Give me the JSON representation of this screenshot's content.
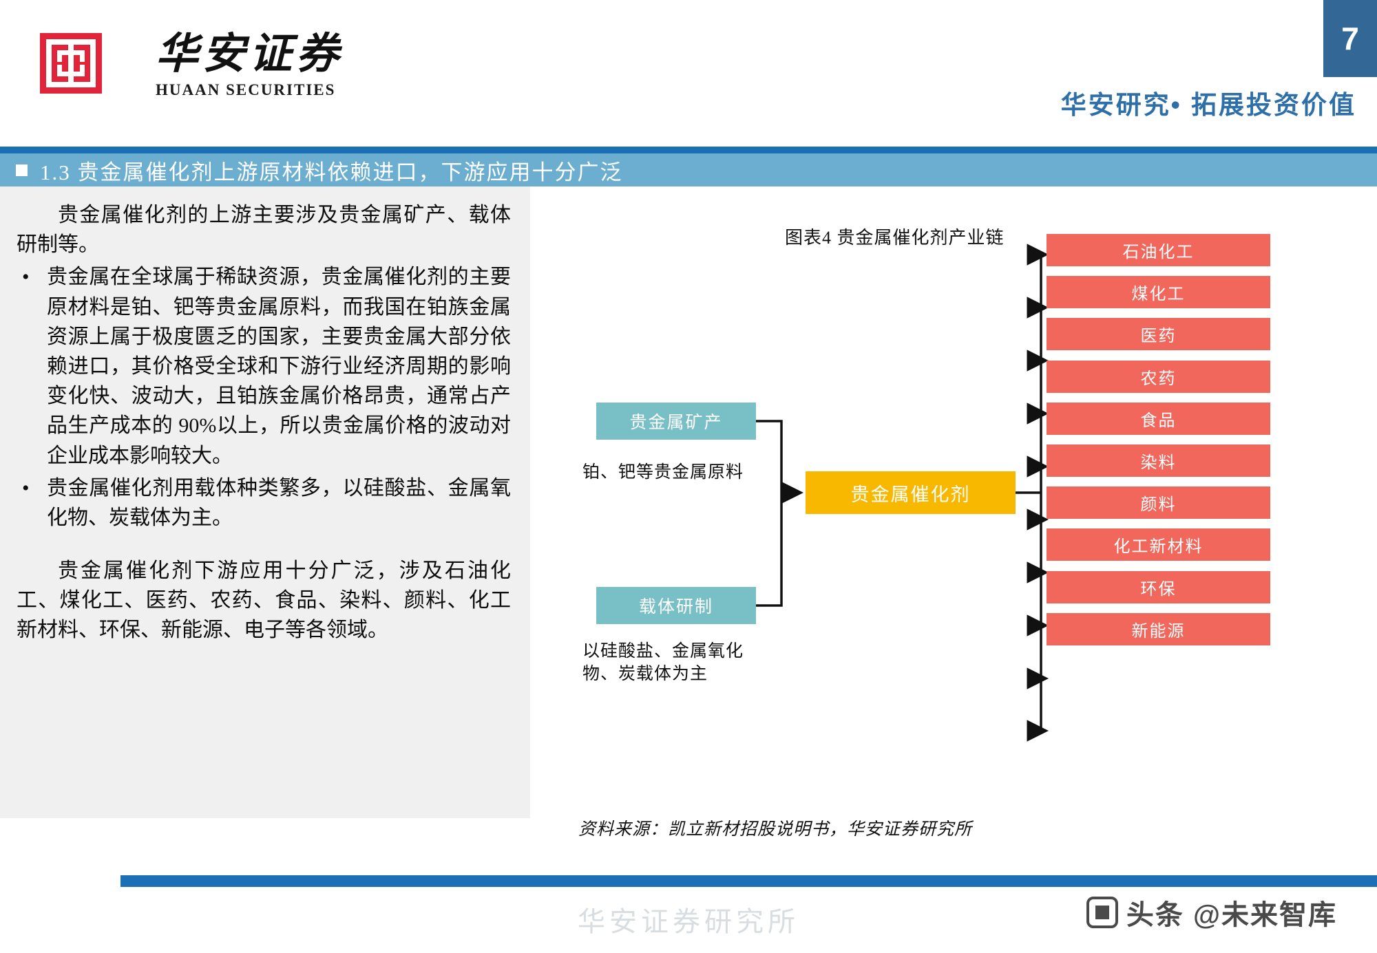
{
  "header": {
    "page_number": "7",
    "logo_cn": "华安证券",
    "logo_en": "HUAAN SECURITIES",
    "tagline": "华安研究• 拓展投资价值"
  },
  "title": {
    "bullet": "■",
    "text": "1.3 贵金属催化剂上游原材料依赖进口，下游应用十分广泛"
  },
  "left_column": {
    "paragraph_1": "贵金属催化剂的上游主要涉及贵金属矿产、载体研制等。",
    "bullets": [
      {
        "marker": "•",
        "text": "贵金属在全球属于稀缺资源，贵金属催化剂的主要原材料是铂、钯等贵金属原料，而我国在铂族金属资源上属于极度匮乏的国家，主要贵金属大部分依赖进口，其价格受全球和下游行业经济周期的影响变化快、波动大，且铂族金属价格昂贵，通常占产品生产成本的 90%以上，所以贵金属价格的波动对企业成本影响较大。"
      },
      {
        "marker": "•",
        "text": "贵金属催化剂用载体种类繁多，以硅酸盐、金属氧化物、炭载体为主。"
      }
    ],
    "paragraph_2": "贵金属催化剂下游应用十分广泛，涉及石油化工、煤化工、医药、农药、食品、染料、颜料、化工新材料、环保、新能源、电子等各领域。"
  },
  "figure": {
    "caption": "图表4 贵金属催化剂产业链",
    "source": "资料来源：凯立新材招股说明书，华安证券研究所",
    "upstream": [
      {
        "label": "贵金属矿产",
        "color": "#79BFC6"
      },
      {
        "label": "载体研制",
        "color": "#79BFC6"
      }
    ],
    "notes": [
      "铂、钯等贵金属原料",
      "以硅酸盐、金属氧化物、炭载体为主"
    ],
    "center": {
      "label": "贵金属催化剂",
      "color": "#F9B800"
    },
    "downstream": [
      {
        "label": "石油化工",
        "color": "#F2675C"
      },
      {
        "label": "煤化工",
        "color": "#F2675C"
      },
      {
        "label": "医药",
        "color": "#F2675C"
      },
      {
        "label": "农药",
        "color": "#F2675C"
      },
      {
        "label": "食品",
        "color": "#F2675C"
      },
      {
        "label": "染料",
        "color": "#F2675C"
      },
      {
        "label": "颜料",
        "color": "#F2675C"
      },
      {
        "label": "化工新材料",
        "color": "#F2675C"
      },
      {
        "label": "环保",
        "color": "#F2675C"
      },
      {
        "label": "新能源",
        "color": "#F2675C"
      }
    ]
  },
  "footer": {
    "watermark_center": "华安证券研究所",
    "watermark_brand": "头条 @未来智库"
  },
  "colors": {
    "brand_red": "#E2243B",
    "title_dark_blue": "#1A6FB5",
    "title_light_blue": "#6BAED0",
    "page_box_blue": "#336795",
    "teal": "#79BFC6",
    "gold": "#F9B800",
    "salmon": "#F2675C"
  }
}
